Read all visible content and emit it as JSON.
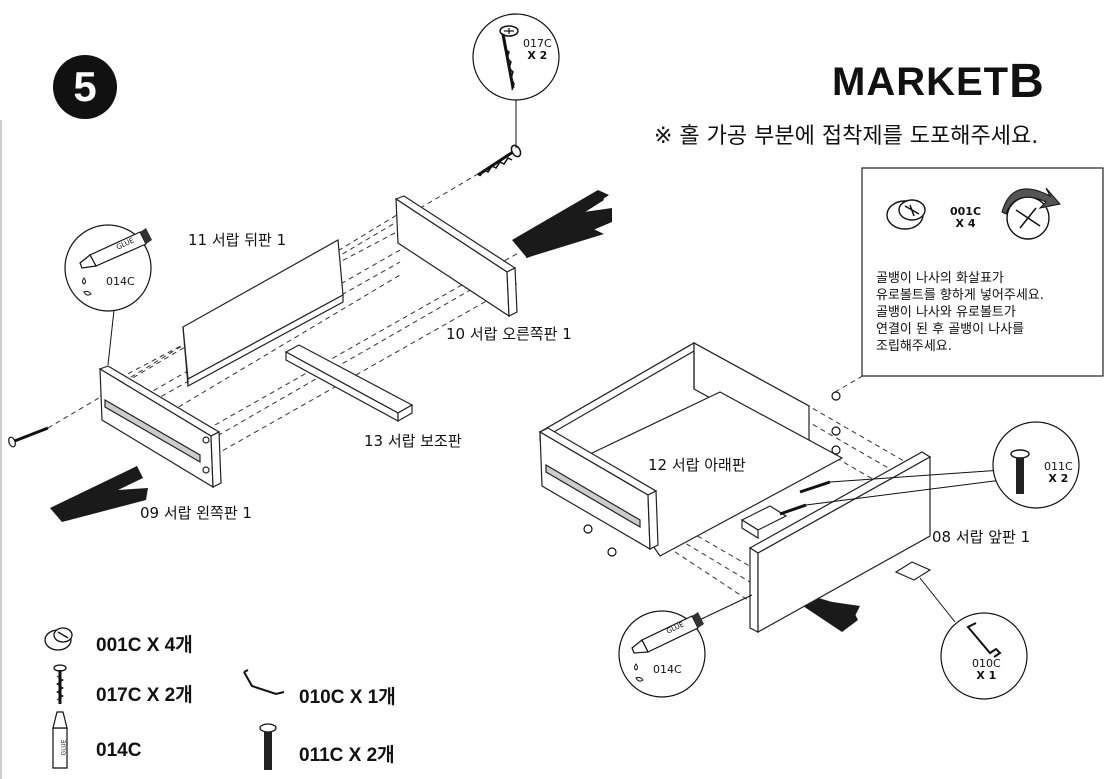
{
  "step": {
    "number": "5"
  },
  "brand": {
    "name": "MARKET",
    "letter": "B"
  },
  "notice": "※ 홀 가공 부분에 접착제를 도포해주세요.",
  "parts": {
    "back_panel": "11 서랍 뒤판 1",
    "right_panel": "10 서랍 오른쪽판 1",
    "support_panel": "13 서랍 보조판",
    "left_panel": "09 서랍 왼쪽판 1",
    "bottom_panel": "12 서랍 아래판",
    "front_panel": "08 서랍 앞판 1"
  },
  "callouts": {
    "screw_top": {
      "code": "017C",
      "qty": "X 2"
    },
    "glue_left": {
      "code": "014C",
      "label": "GLUE"
    },
    "cam_lock": {
      "code": "001C",
      "qty": "X 4"
    },
    "bolt": {
      "code": "011C",
      "qty": "X 2"
    },
    "handle": {
      "code": "010C",
      "qty": "X 1"
    },
    "glue_bottom": {
      "code": "014C",
      "label": "GLUE"
    }
  },
  "tip_text": "골뱅이 나사의 화살표가\n유로볼트를 향하게 넣어주세요.\n골뱅이 나사와 유로볼트가\n연결이 된 후 골뱅이 나사를\n조립해주세요.",
  "bom": [
    {
      "label": "001C X 4개",
      "icon": "cam-lock-icon"
    },
    {
      "label": "017C X 2개",
      "icon": "screw-icon"
    },
    {
      "label": "010C X 1개",
      "icon": "handle-icon"
    },
    {
      "label": "014C",
      "icon": "glue-tube-icon"
    },
    {
      "label": "011C X 2개",
      "icon": "euro-bolt-icon"
    }
  ]
}
